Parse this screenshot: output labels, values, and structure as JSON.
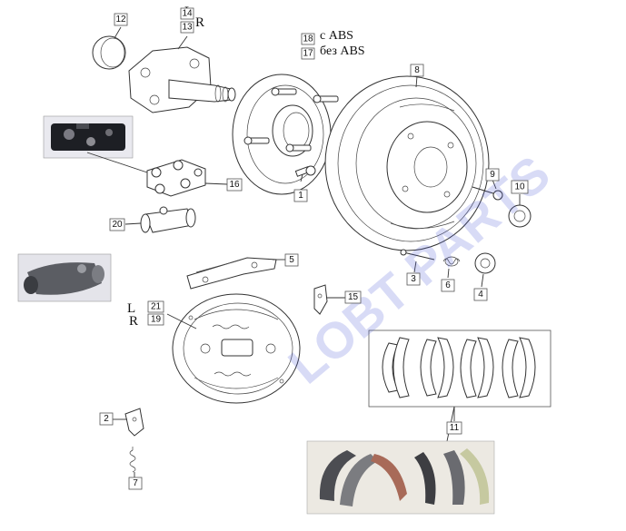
{
  "diagram": {
    "watermark": "LOBT PARTS",
    "side_labels": {
      "hub": {
        "left": "L",
        "right": "R"
      },
      "backplate": {
        "left": "L",
        "right": "R"
      }
    },
    "abs_labels": {
      "with_abs": "с ABS",
      "without_abs": "без ABS"
    },
    "callouts": [
      {
        "id": "c1",
        "label": "1"
      },
      {
        "id": "c2",
        "label": "2"
      },
      {
        "id": "c3",
        "label": "3"
      },
      {
        "id": "c4",
        "label": "4"
      },
      {
        "id": "c5",
        "label": "5"
      },
      {
        "id": "c6",
        "label": "6"
      },
      {
        "id": "c7",
        "label": "7"
      },
      {
        "id": "c8",
        "label": "8"
      },
      {
        "id": "c9",
        "label": "9"
      },
      {
        "id": "c10",
        "label": "10"
      },
      {
        "id": "c11",
        "label": "11"
      },
      {
        "id": "c12",
        "label": "12"
      },
      {
        "id": "c13",
        "label": "13"
      },
      {
        "id": "c14",
        "label": "14"
      },
      {
        "id": "c15",
        "label": "15"
      },
      {
        "id": "c16",
        "label": "16"
      },
      {
        "id": "c17",
        "label": "17"
      },
      {
        "id": "c18",
        "label": "18"
      },
      {
        "id": "c19",
        "label": "19"
      },
      {
        "id": "c20",
        "label": "20"
      },
      {
        "id": "c21",
        "label": "21"
      }
    ]
  }
}
